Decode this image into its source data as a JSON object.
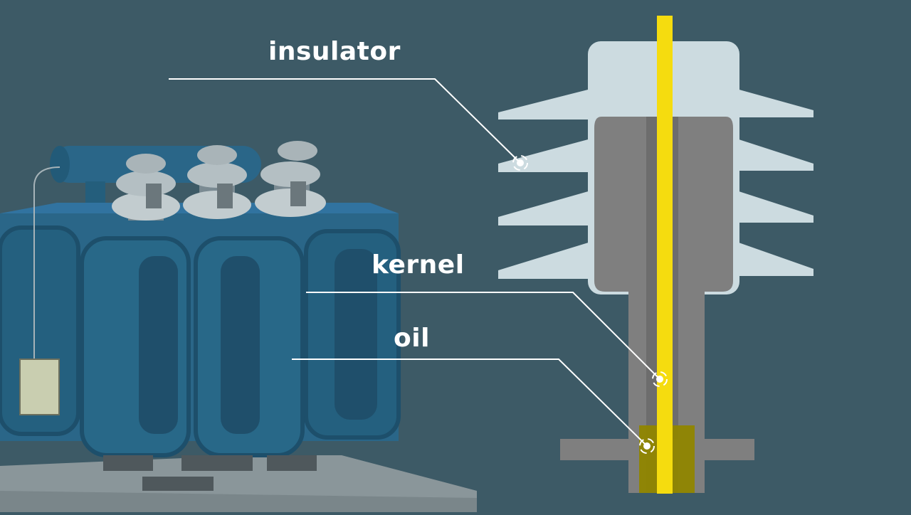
{
  "labels": {
    "insulator": "insulator",
    "kernel": "kernel",
    "oil": "oil"
  },
  "colors": {
    "background": "#3d5a66",
    "insulator_body": "#ccdbe0",
    "core": "#7f7f7f",
    "core_dark": "#6d6d6d",
    "conductor": "#f5dc0f",
    "oil": "#908600",
    "transformer": "#2a6688",
    "transformer_dark": "#1f4f6b",
    "base_slab": "#8a969a",
    "leader_line": "#ffffff"
  }
}
